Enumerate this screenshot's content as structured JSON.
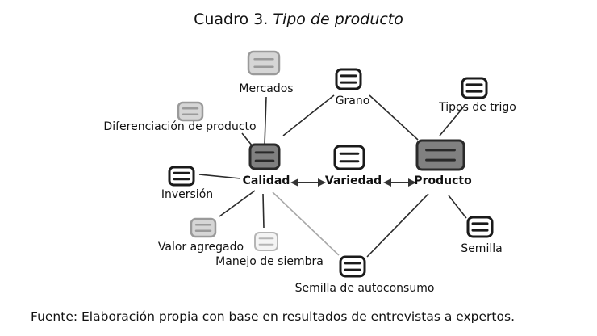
{
  "title": {
    "prefix": "Cuadro 3.",
    "subtitle": "Tipo de producto"
  },
  "nodes": [
    {
      "id": "mercados",
      "label": "Mercados",
      "tone": "light",
      "bold": false
    },
    {
      "id": "grano",
      "label": "Grano",
      "tone": "dark",
      "bold": false
    },
    {
      "id": "tipos_trigo",
      "label": "Tipos de trigo",
      "tone": "dark",
      "bold": false
    },
    {
      "id": "diferenciacion",
      "label": "Diferenciación de producto",
      "tone": "light",
      "bold": false
    },
    {
      "id": "calidad",
      "label": "Calidad",
      "tone": "mid",
      "bold": true
    },
    {
      "id": "variedad",
      "label": "Variedad",
      "tone": "dark",
      "bold": true
    },
    {
      "id": "producto",
      "label": "Producto",
      "tone": "mid",
      "bold": true
    },
    {
      "id": "inversion",
      "label": "Inversión",
      "tone": "dark",
      "bold": false
    },
    {
      "id": "valor_agregado",
      "label": "Valor agregado",
      "tone": "light",
      "bold": false
    },
    {
      "id": "manejo_siembra",
      "label": "Manejo de siembra",
      "tone": "faint",
      "bold": false
    },
    {
      "id": "semilla",
      "label": "Semilla",
      "tone": "dark",
      "bold": false
    },
    {
      "id": "semilla_autoconsumo",
      "label": "Semilla de autoconsumo",
      "tone": "dark",
      "bold": false
    }
  ],
  "edges": [
    {
      "from": "calidad",
      "to": "grano",
      "style": "dark"
    },
    {
      "from": "grano",
      "to": "producto",
      "style": "dark"
    },
    {
      "from": "calidad",
      "to": "diferenciacion",
      "style": "dark"
    },
    {
      "from": "calidad",
      "to": "mercados",
      "style": "dark"
    },
    {
      "from": "calidad",
      "to": "inversion",
      "style": "dark"
    },
    {
      "from": "calidad",
      "to": "valor_agregado",
      "style": "dark"
    },
    {
      "from": "calidad",
      "to": "manejo_siembra",
      "style": "dark"
    },
    {
      "from": "calidad",
      "to": "semilla_autoconsumo",
      "style": "light"
    },
    {
      "from": "producto",
      "to": "semilla_autoconsumo",
      "style": "dark"
    },
    {
      "from": "producto",
      "to": "tipos_trigo",
      "style": "dark"
    },
    {
      "from": "producto",
      "to": "semilla",
      "style": "dark"
    },
    {
      "from": "calidad",
      "to": "variedad",
      "style": "arrow"
    },
    {
      "from": "variedad",
      "to": "producto",
      "style": "arrow"
    }
  ],
  "colors": {
    "dark_icon_fill": "#ffffff",
    "dark_icon_stroke": "#1a1a1a",
    "mid_icon_fill": "#808080",
    "mid_icon_stroke": "#2a2a2a",
    "light_icon_fill": "#d6d6d6",
    "light_icon_stroke": "#9a9a9a",
    "faint_icon_fill": "#f4f4f4",
    "faint_icon_stroke": "#b5b5b5",
    "edge_dark": "#2b2b2b",
    "edge_light": "#a8a8a8"
  },
  "footer": "Fuente: Elaboración propia con base en resultados de entrevistas a expertos."
}
